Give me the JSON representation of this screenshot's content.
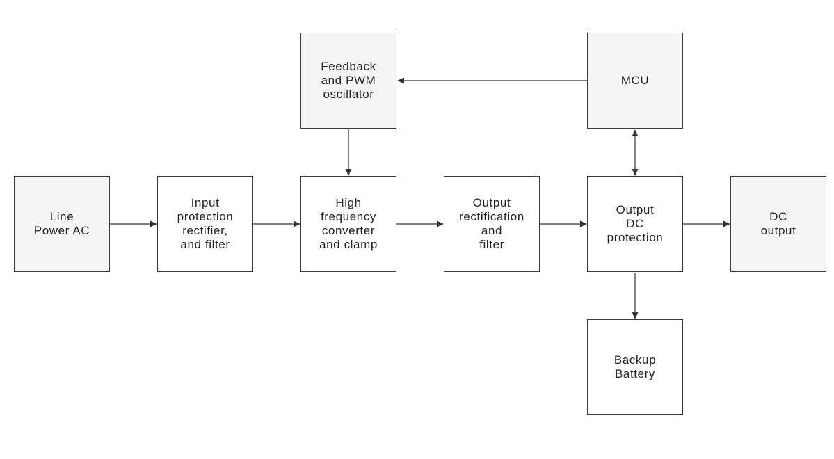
{
  "blocks": {
    "line_power": {
      "label": "Line\nPower AC"
    },
    "input_protection": {
      "label": "Input\nprotection\nrectifier,\nand filter"
    },
    "hf_converter": {
      "label": "High\nfrequency\nconverter\nand clamp"
    },
    "output_rectification": {
      "label": "Output\nrectification\nand\nfilter"
    },
    "output_dc_protection": {
      "label": "Output\nDC\nprotection"
    },
    "dc_output": {
      "label": "DC\noutput"
    },
    "feedback_pwm": {
      "label": "Feedback\nand PWM\noscillator"
    },
    "mcu": {
      "label": "MCU"
    },
    "backup_battery": {
      "label": "Backup\nBattery"
    }
  },
  "colors": {
    "shaded_fill": "#f5f5f5",
    "plain_fill": "#ffffff",
    "stroke": "#333333",
    "text": "#222222"
  }
}
